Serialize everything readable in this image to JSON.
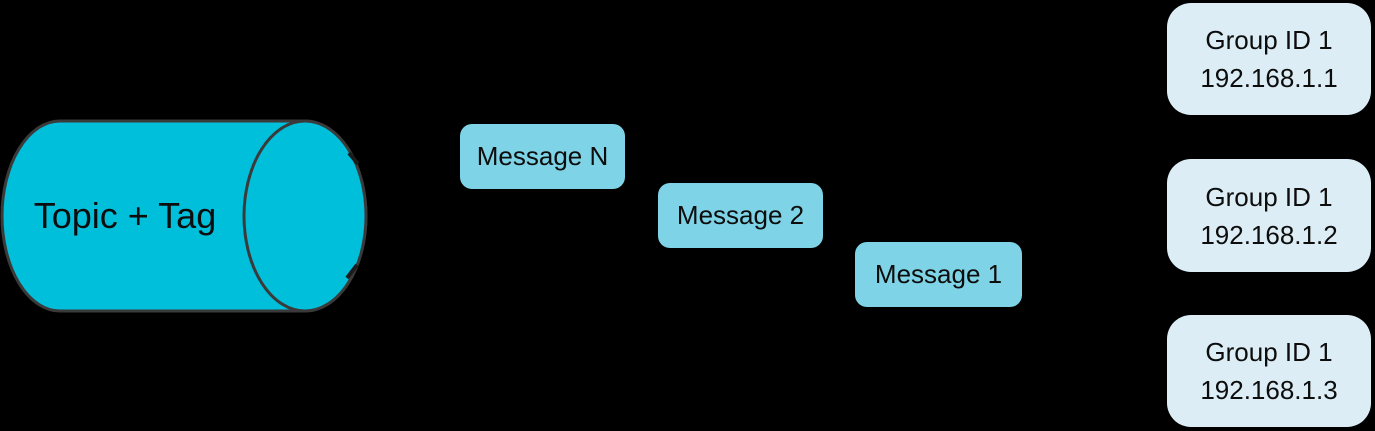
{
  "diagram": {
    "topic": {
      "label": "Topic + Tag"
    },
    "messages": [
      {
        "label": "Message N"
      },
      {
        "label": "Message 2"
      },
      {
        "label": "Message 1"
      }
    ],
    "groups": [
      {
        "title": "Group ID 1",
        "address": "192.168.1.1"
      },
      {
        "title": "Group ID 1",
        "address": "192.168.1.2"
      },
      {
        "title": "Group ID 1",
        "address": "192.168.1.3"
      }
    ],
    "colors": {
      "background": "#000000",
      "topic_fill": "#00bfda",
      "topic_stroke": "#3a3a3a",
      "message_fill": "#7ed3e6",
      "group_fill": "#dcedf5",
      "text": "#0d0d0d"
    }
  }
}
